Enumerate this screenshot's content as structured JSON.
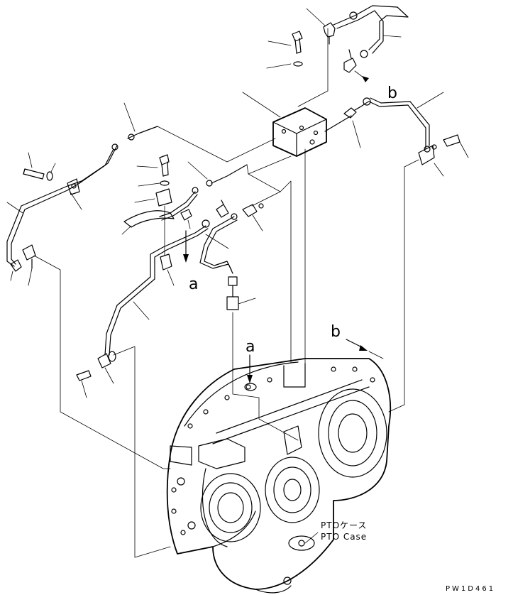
{
  "labels": {
    "ref_a_upper": "a",
    "ref_a_lower": "a",
    "ref_b_upper": "b",
    "ref_b_lower": "b",
    "case_jp": "PTOケース",
    "case_en": "PTO Case",
    "drawing_code": "PW1D461"
  }
}
